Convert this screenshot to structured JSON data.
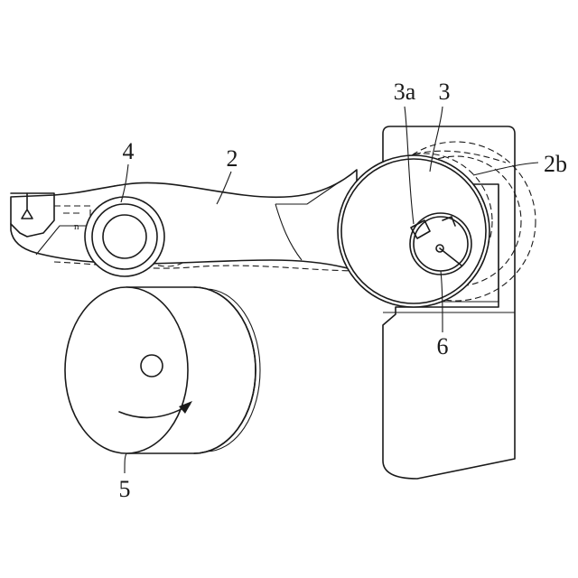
{
  "labels": {
    "arm": "2",
    "arm_alt_position": "2b",
    "pivot_disc": "3",
    "pivot_notch": "3a",
    "roller": "4",
    "drum": "5",
    "pivot_pin": "6"
  },
  "icons": {
    "rotation_arrow": "rotation-arrow-icon"
  }
}
